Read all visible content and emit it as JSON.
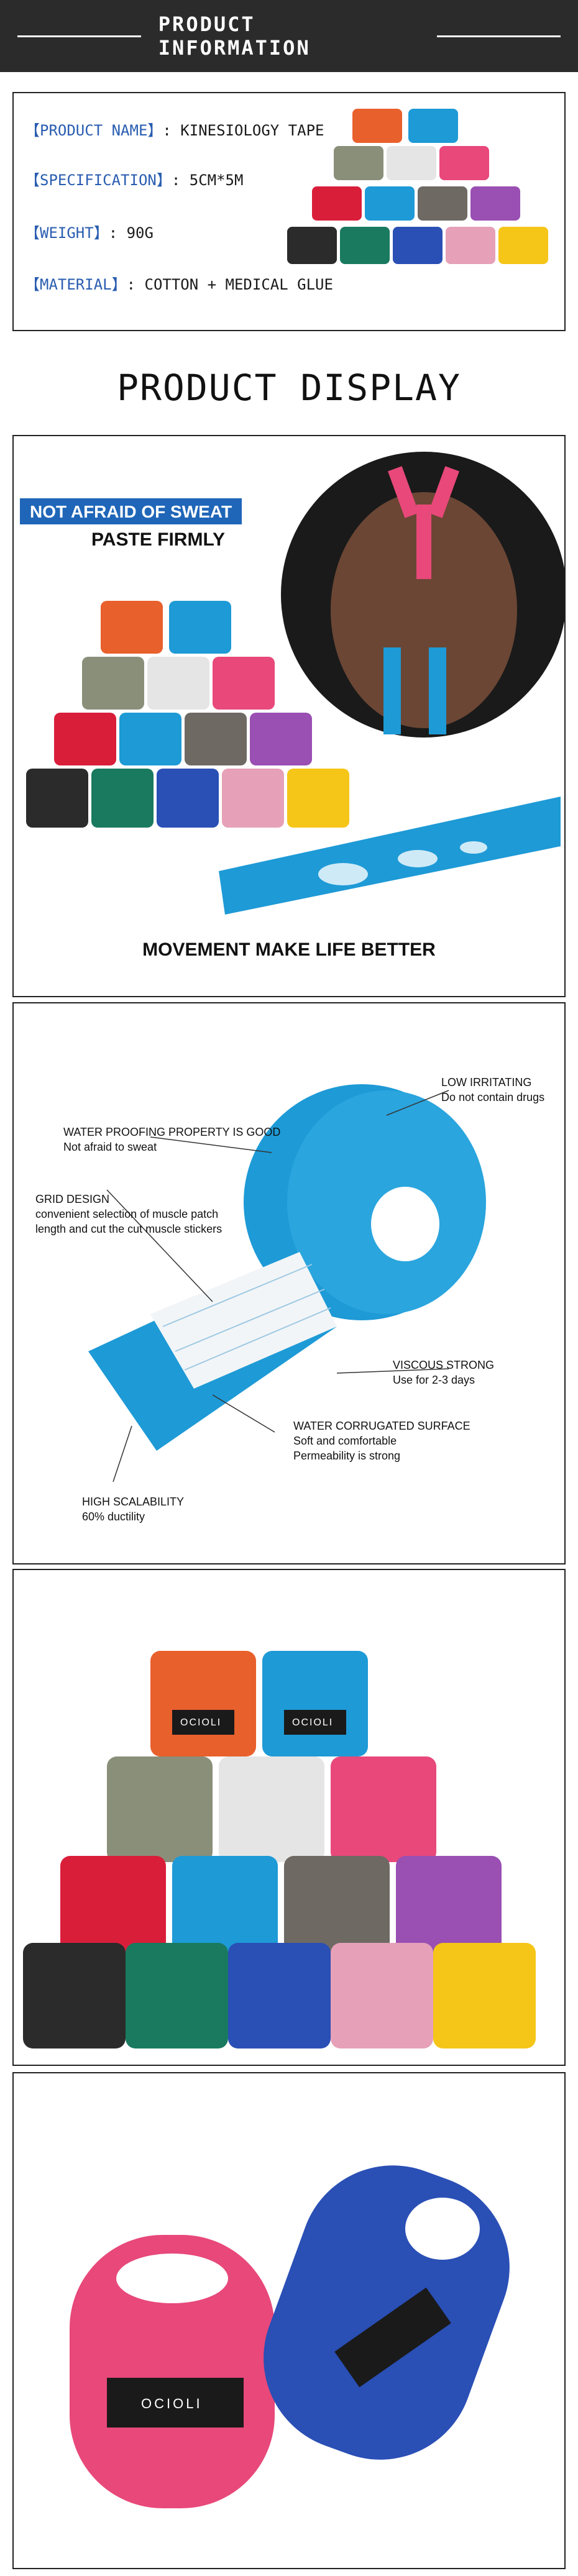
{
  "banner": {
    "title": "PRODUCT INFORMATION"
  },
  "info": {
    "rows": [
      {
        "label": "【PRODUCT NAME】",
        "value": ": KINESIOLOGY TAPE"
      },
      {
        "label": "【SPECIFICATION】",
        "value": ":  5CM*5M"
      },
      {
        "label": "【WEIGHT】",
        "value": ":  90G"
      },
      {
        "label": "【MATERIAL】",
        "value": ":  COTTON + MEDICAL GLUE"
      }
    ]
  },
  "display": {
    "heading": "PRODUCT DISPLAY"
  },
  "panel1": {
    "badge": "NOT AFRAID OF SWEAT",
    "subtitle": "PASTE FIRMLY",
    "tagline": "MOVEMENT MAKE LIFE BETTER"
  },
  "panel2": {
    "callouts": [
      {
        "title": "LOW IRRITATING",
        "desc": "Do not contain drugs"
      },
      {
        "title": "WATER PROOFING PROPERTY IS GOOD",
        "desc": "Not afraid to sweat"
      },
      {
        "title": "GRID DESIGN",
        "desc": "convenient selection of muscle patch",
        "desc2": "length and cut the cut muscle stickers"
      },
      {
        "title": "VISCOUS STRONG",
        "desc": "Use for 2-3 days"
      },
      {
        "title": "WATER CORRUGATED SURFACE",
        "desc": "Soft and comfortable",
        "desc2": "Permeability is strong"
      },
      {
        "title": "HIGH SCALABILITY",
        "desc": "60% ductility"
      }
    ]
  },
  "brand": {
    "logo_text": "OCIOLI"
  },
  "colors": {
    "banner_bg": "#2b2b2b",
    "label_blue": "#2a5db0",
    "badge_blue": "#1f66b8",
    "tape_orange": "#e8602c",
    "tape_blue": "#1e9ad6",
    "tape_pink": "#e8487a",
    "tape_navy": "#2a4fb5"
  }
}
